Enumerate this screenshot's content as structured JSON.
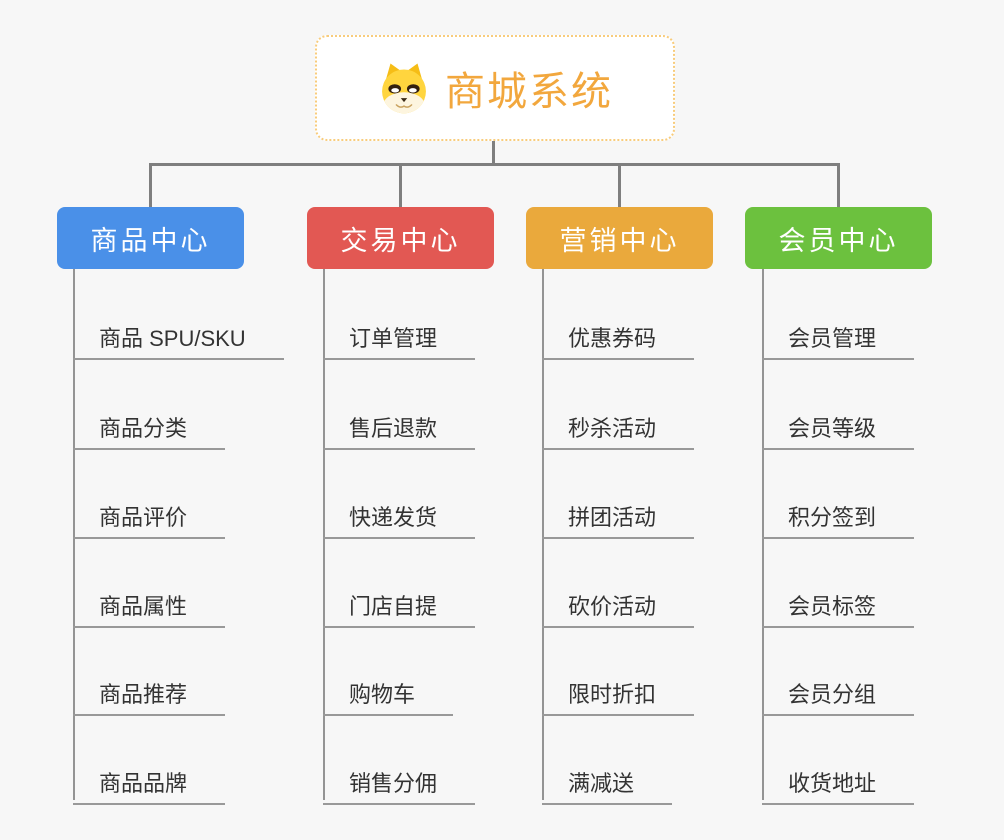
{
  "canvas": {
    "background": "#f7f7f7"
  },
  "root": {
    "title": "商城系统",
    "icon": "dog-face-icon",
    "text_color": "#f2a73d",
    "border_color": "#f8cc7c"
  },
  "connector_color": "#7f7f7f",
  "categories": [
    {
      "label": "商品中心",
      "color": "#4a90e8",
      "items": [
        "商品 SPU/SKU",
        "商品分类",
        "商品评价",
        "商品属性",
        "商品推荐",
        "商品品牌"
      ]
    },
    {
      "label": "交易中心",
      "color": "#e25853",
      "items": [
        "订单管理",
        "售后退款",
        "快递发货",
        "门店自提",
        "购物车",
        "销售分佣"
      ]
    },
    {
      "label": "营销中心",
      "color": "#eaa93c",
      "items": [
        "优惠券码",
        "秒杀活动",
        "拼团活动",
        "砍价活动",
        "限时折扣",
        "满减送"
      ]
    },
    {
      "label": "会员中心",
      "color": "#6cc13e",
      "items": [
        "会员管理",
        "会员等级",
        "积分签到",
        "会员标签",
        "会员分组",
        "收货地址"
      ]
    }
  ]
}
